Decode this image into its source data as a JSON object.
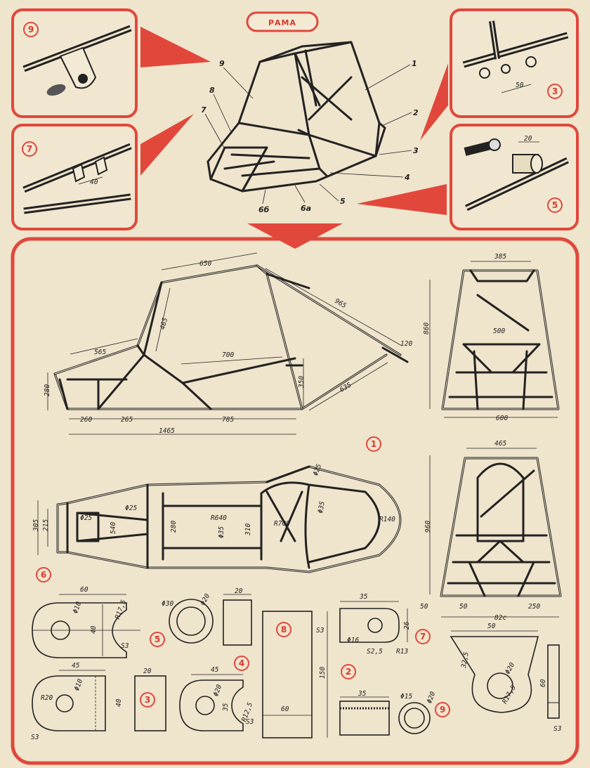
{
  "title": "РАМА",
  "perspective_labels": [
    "9",
    "8",
    "7",
    "1",
    "2",
    "3",
    "4",
    "5",
    "6б",
    "6а"
  ],
  "callout_numbers": [
    "9",
    "7",
    "3",
    "5"
  ],
  "callout_dims": {
    "c7": "40",
    "c3": "50",
    "c5": "20"
  },
  "side_view": {
    "dims": {
      "top": "650",
      "upright": "465",
      "diag": "965",
      "mid": "700",
      "front_top": "565",
      "end": "120",
      "h280": "280",
      "h350": "350",
      "rear": "635",
      "b260": "260",
      "b265": "265",
      "b785": "785",
      "total": "1465"
    }
  },
  "front_view": {
    "dims": {
      "top": "385",
      "h": "860",
      "mid": "500",
      "bottom": "600"
    }
  },
  "rear_view": {
    "dims": {
      "top": "465",
      "h": "960",
      "a": "50",
      "b": "50",
      "c": "82с",
      "d": "250"
    }
  },
  "top_view": {
    "dims": {
      "w305": "305",
      "w215": "215",
      "d25a": "Φ25",
      "d25b": "Φ25",
      "w540": "540",
      "w280": "280",
      "r640": "R640",
      "d35a": "Φ35",
      "w310": "310",
      "r700": "R700",
      "d35b": "Φ35",
      "d25c": "Φ25",
      "r140": "R140"
    },
    "view_number": "1"
  },
  "parts": {
    "p6": {
      "num": "6",
      "d1": "60",
      "d2": "Φ10",
      "d3": "40",
      "d4": "R17,5",
      "d5": "S3"
    },
    "p5": {
      "num": "5",
      "d1": "Φ30",
      "d2": "Φ20",
      "d3": "20"
    },
    "p8": {
      "num": "8",
      "d1": "S3",
      "d2": "150",
      "d3": "60"
    },
    "p7": {
      "num": "7",
      "d1": "35",
      "d2": "26",
      "d3": "Φ16",
      "d4": "S2,5",
      "d5": "R13"
    },
    "p3": {
      "num": "3",
      "d1": "45",
      "d2": "Φ10",
      "d3": "R20",
      "d4": "40",
      "d5": "S3",
      "d6": "20"
    },
    "p4": {
      "num": "4",
      "d1": "45",
      "d2": "Φ20",
      "d3": "35",
      "d4": "R12,5",
      "d5": "S3"
    },
    "p2": {
      "num": "2",
      "d1": "35"
    },
    "p9": {
      "num": "9",
      "d1": "Φ15",
      "d2": "Φ20"
    },
    "p1": {
      "d1": "50",
      "d2": "32,5",
      "d3": "Φ20",
      "d4": "R17,5",
      "d5": "60",
      "d6": "S3"
    }
  }
}
